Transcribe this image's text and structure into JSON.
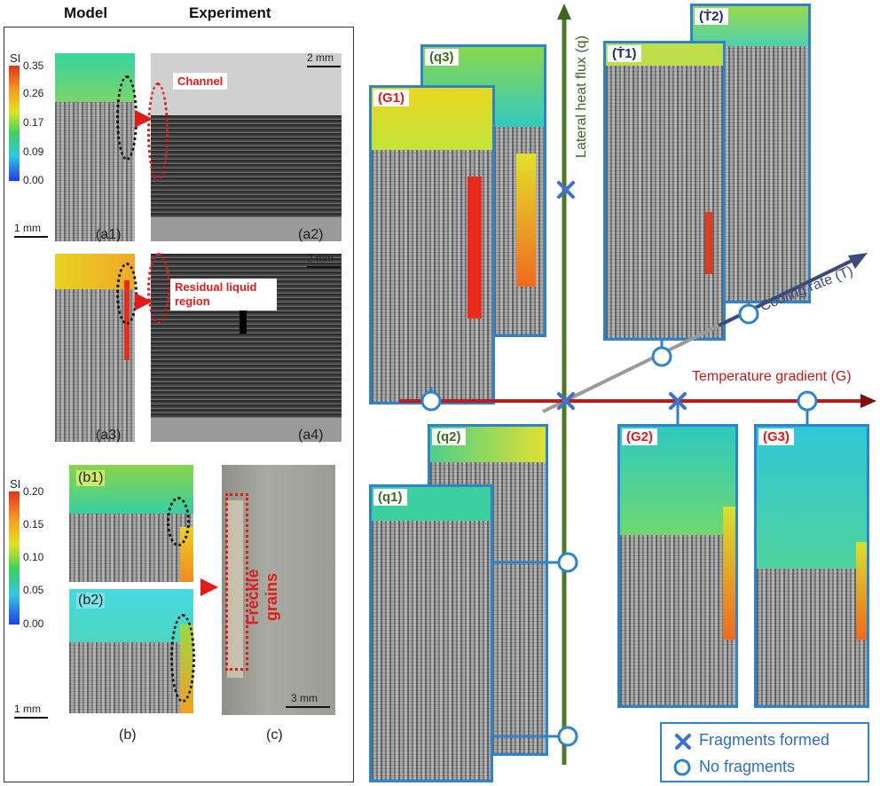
{
  "left_panel": {
    "col_model": "Model",
    "col_experiment": "Experiment",
    "cb1": {
      "title": "SI",
      "ticks": [
        "0.35",
        "0.26",
        "0.17",
        "0.09",
        "0.00"
      ]
    },
    "cb2": {
      "title": "SI",
      "ticks": [
        "0.20",
        "0.15",
        "0.10",
        "0.05",
        "0.00"
      ]
    },
    "labels": {
      "a1": "(a1)",
      "a2": "(a2)",
      "a3": "(a3)",
      "a4": "(a4)",
      "b1": "(b1)",
      "b2": "(b2)",
      "b": "(b)",
      "c": "(c)"
    },
    "scales": {
      "a1": "1 mm",
      "a2": "2 mm",
      "a4": "2 mm",
      "b": "1 mm",
      "c": "3 mm"
    },
    "annotations": {
      "channel": "Channel",
      "residual": "Residual liquid region",
      "freckle": "Freckle grains"
    }
  },
  "right_panel": {
    "axis_q": "Lateral heat flux (q)",
    "axis_G": "Temperature gradient (G)",
    "axis_T": "Cooling rate (Ṫ)",
    "frames": {
      "G1": "(G1)",
      "q3": "(q3)",
      "T1": "(Ṫ1)",
      "T2": "(Ṫ2)",
      "q2": "(q2)",
      "q1": "(q1)",
      "G2": "(G2)",
      "G3": "(G3)"
    },
    "legend": {
      "cross": "Fragments formed",
      "circle": "No fragments"
    }
  },
  "colors": {
    "frame_blue": "#2f83c8",
    "axis_red": "#b81c1c",
    "axis_green": "#4d7a2a",
    "axis_navy": "#3b4a7a",
    "annot_red": "#e01b1b"
  }
}
